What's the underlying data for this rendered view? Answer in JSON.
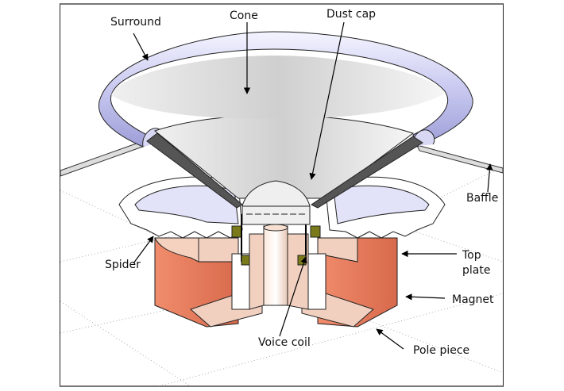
{
  "diagram": {
    "subject": "Loudspeaker cross-section",
    "labels": {
      "surround": "Surround",
      "cone": "Cone",
      "dust_cap": "Dust cap",
      "baffle": "Baffle",
      "spider": "Spider",
      "top_plate_line1": "Top",
      "top_plate_line2": "plate",
      "magnet": "Magnet",
      "voice_coil": "Voice coil",
      "pole_piece": "Pole piece"
    },
    "colors": {
      "surround": "#c9c9f0",
      "cone": "#d4d4d4",
      "magnet": "#e47a5a",
      "plate": "#f1d0c0",
      "coil": "#7a7a1a",
      "frame": "#333333"
    }
  }
}
